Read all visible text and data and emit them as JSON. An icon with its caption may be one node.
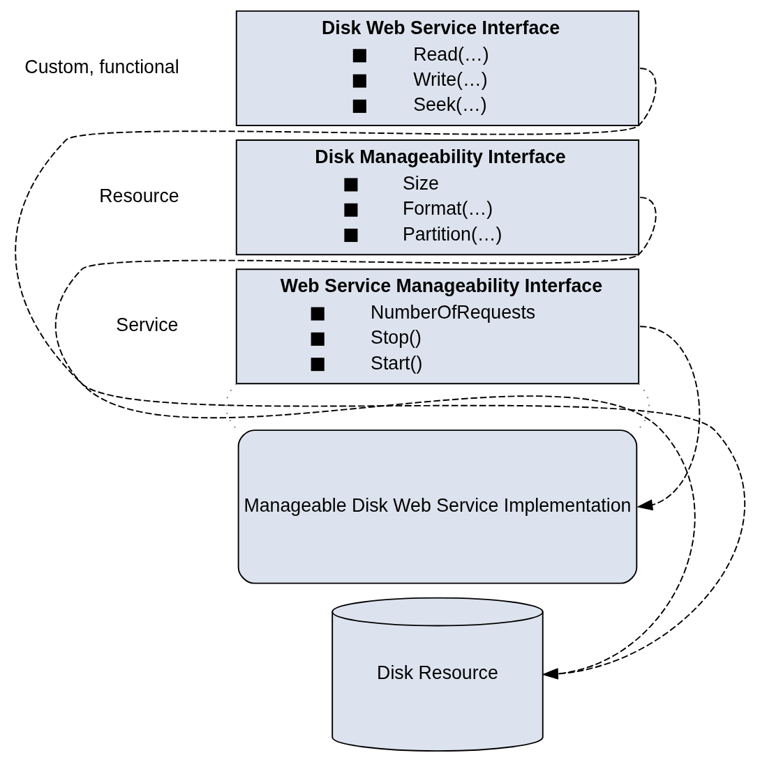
{
  "diagram": {
    "nodes": [
      {
        "text": [
          "Disk Web Service Interface",
          "Read(…)",
          "Write(…)",
          "Seek(…)"
        ],
        "beside": [
          "Custom, functional"
        ]
      },
      {
        "text": [
          "Disk Manageability Interface",
          "Size",
          "Format(…)",
          "Partition(…)"
        ],
        "beside": [
          "Resource"
        ]
      },
      {
        "text": [
          "Web Service Manageability Interface",
          "NumberOfRequests",
          "Stop()",
          "Start()"
        ],
        "beside": [
          "Service"
        ]
      },
      {
        "text": [
          "Manageable Disk Web Service Implementation"
        ]
      },
      {
        "text": [
          "Disk Resource"
        ]
      }
    ],
    "edges": [
      {
        "from": 2,
        "to": 3,
        "arrow": "none",
        "color": "#808080"
      },
      {
        "from": 2,
        "to": 3,
        "arrow": "none",
        "color": "#808080"
      },
      {
        "from": 2,
        "to": 3,
        "arrow": "to",
        "style": "dashed"
      },
      {
        "from": 1,
        "to": 4,
        "arrow": "to",
        "style": "dashed"
      },
      {
        "from": 0,
        "to": 4,
        "arrow": "to",
        "style": "dashed"
      }
    ]
  }
}
